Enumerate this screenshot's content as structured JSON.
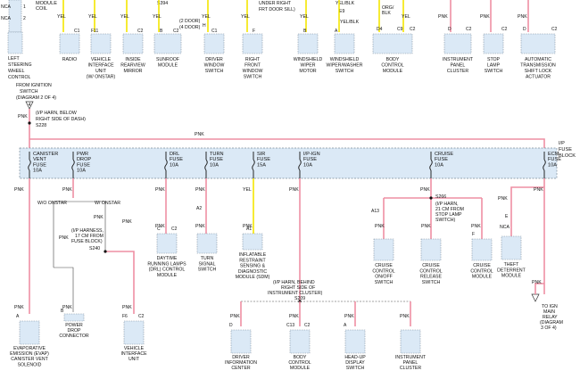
{
  "top_comps": [
    {
      "pins": [
        "C1"
      ],
      "wires": [
        "YEL"
      ],
      "caption": [
        "RADIO"
      ]
    },
    {
      "pins": [
        "F11"
      ],
      "wires": [
        "YEL"
      ],
      "caption": [
        "VEHICLE",
        "INTERFACE",
        "UNIT",
        "(W/ ONSTAR)"
      ]
    },
    {
      "pins": [
        "C2"
      ],
      "wires": [
        "YEL"
      ],
      "caption": [
        "INSIDE",
        "REARVIEW",
        "MIRROR"
      ]
    },
    {
      "pins": [
        "B",
        "C2"
      ],
      "wires": [
        "YEL"
      ],
      "caption": [
        "SUNROOF",
        "MODULE"
      ]
    },
    {
      "pins": [
        "H",
        "C1"
      ],
      "wires": [
        "YEL"
      ],
      "caption": [
        "DRIVER",
        "WINDOW",
        "SWITCH"
      ]
    },
    {
      "pins": [
        "F"
      ],
      "wires": [
        "YEL"
      ],
      "caption": [
        "RIGHT",
        "FRONT",
        "WINDOW",
        "SWITCH"
      ]
    },
    {
      "pins": [
        "B"
      ],
      "wires": [
        "YEL"
      ],
      "caption": [
        "WINDSHIELD",
        "WIPER",
        "MOTOR"
      ]
    },
    {
      "pins": [
        "A"
      ],
      "wires": [
        "YEL/BLK"
      ],
      "caption": [
        "WINDSHIELD",
        "WIPER/WASHER",
        "SWITCH"
      ]
    },
    {
      "pins": [
        "D4",
        "C9",
        "C2"
      ],
      "wires": [
        "ORG/",
        "BLK",
        "YEL"
      ],
      "caption": [
        "BODY",
        "CONTROL",
        "MODULE"
      ]
    },
    {
      "pins": [
        "D",
        "C2"
      ],
      "wires": [
        "PNK"
      ],
      "caption": [
        "INSTRUMENT",
        "PANEL",
        "CLUSTER"
      ]
    },
    {
      "pins": [
        "C2"
      ],
      "wires": [
        "PNK"
      ],
      "caption": [
        "STOP",
        "LAMP",
        "SWITCH"
      ]
    },
    {
      "pins": [
        "D",
        "C2"
      ],
      "wires": [
        "PNK"
      ],
      "caption": [
        "AUTOMATIC",
        "TRANSMISSION",
        "SHIFT LOCK",
        "ACTUATOR"
      ]
    }
  ],
  "top_texts": {
    "module_coil": "MODULE",
    "coil": "COIL",
    "nca1": "NCA",
    "nca2": "NCA",
    "pin1": "1",
    "pin2": "2",
    "steering": [
      "LEFT",
      "STEERING",
      "WHEEL",
      "CONTROL"
    ],
    "ignition": [
      "FROM IGNITION",
      "SWITCH",
      "(DIAGRAM 2 OF 4)"
    ],
    "splice_s394": "S394",
    "door_variants": [
      "(2 DOOR)",
      "(4 DOOR)"
    ],
    "harness_right": [
      "UNDER RIGHT",
      "FRT DOOR SILL)"
    ],
    "yel_blk_top": "YEL/BLK",
    "e9": "E9"
  },
  "feed": {
    "offpage_num": "4",
    "wire": "PNK",
    "harness": [
      "(I/P HARN, BELOW",
      "RIGHT SIDE OF DASH)"
    ],
    "splice": "S228",
    "right_wire": "PNK"
  },
  "fuse_block": {
    "title": [
      "I/P",
      "FUSE",
      "BLOCK"
    ],
    "fuses": [
      {
        "lines": [
          "CANISTER",
          "VENT",
          "FUSE",
          "10A"
        ]
      },
      {
        "lines": [
          "PWR",
          "DROP",
          "FUSE",
          "10A"
        ]
      },
      {
        "lines": [
          "DRL",
          "FUSE",
          "10A"
        ]
      },
      {
        "lines": [
          "TURN",
          "FUSE",
          "10A"
        ]
      },
      {
        "lines": [
          "SIR",
          "FUSE",
          "15A"
        ]
      },
      {
        "lines": [
          "I/P-IGN",
          "FUSE",
          "10A"
        ]
      },
      {
        "lines": [
          "CRUISE",
          "FUSE",
          "10A"
        ]
      },
      {
        "lines": [
          "ECM",
          "FUSE",
          "10A"
        ]
      }
    ]
  },
  "lower": {
    "wire_labels": [
      "PNK",
      "PNK",
      "PNK",
      "PNK",
      "YEL",
      "PNK",
      "PNK",
      "PNK",
      "PNK",
      "PNK",
      "PNK",
      "PNK",
      "PNK",
      "PNK",
      "PNK",
      "PNK",
      "PNK",
      "PNK",
      "PNK",
      "PNK",
      "PNK",
      "PNK",
      "PNK",
      "PNK",
      "PNK",
      "PNK"
    ],
    "onstar_wo": "W/O ONSTAR",
    "onstar_w": "W/ ONSTAR",
    "harness_240": [
      "(I/P HARNESS,",
      "17 CM FROM",
      "FUSE BLOCK)"
    ],
    "splice_240": "S240",
    "harness_209": [
      "(I/P HARN, BEHIND",
      "RIGHT SIDE OF",
      "INSTRUMENT CLUSTER)"
    ],
    "splice_209": "S209",
    "harness_266": [
      "S266",
      "(I/P HARN,",
      "21 CM FROM",
      "STOP LAMP",
      "SWITCH)"
    ],
    "pin_a2": "A2",
    "pin_a13": "A13",
    "pin_e": "E",
    "nca": "NCA",
    "to_relay": [
      "TO IGN",
      "MAIN",
      "RELAY",
      "(DIAGRAM",
      "3 OF 4)"
    ]
  },
  "mid_comps": [
    {
      "pins": [
        "C",
        "C2"
      ],
      "caption": [
        "DAYTIME",
        "RUNNING LAMPS",
        "(DRL) CONTROL",
        "MODULE"
      ]
    },
    {
      "pins": [],
      "caption": [
        "TURN",
        "SIGNAL",
        "SWITCH"
      ]
    },
    {
      "pins": [
        "A1"
      ],
      "caption": [
        "INFLATABLE",
        "RESTRAINT",
        "SENSING &",
        "DIAGNOSTIC",
        "MODULE (SDM)"
      ]
    },
    {
      "pins": [],
      "caption": [
        "CRUISE",
        "CONTROL",
        "ON/OFF",
        "SWITCH"
      ]
    },
    {
      "pins": [],
      "caption": [
        "CRUISE",
        "CONTROL",
        "RELEASE",
        "SWITCH"
      ]
    },
    {
      "pins": [
        "F"
      ],
      "caption": [
        "CRUISE",
        "CONTROL",
        "MODULE"
      ]
    },
    {
      "pins": [],
      "caption": [
        "THEFT",
        "DETERRENT",
        "MODULE"
      ]
    }
  ],
  "bottom_comps": [
    {
      "pins": [
        "A"
      ],
      "caption": [
        "EVAPORATIVE",
        "EMISSION (EVAP)",
        "CANISTER VENT",
        "SOLENOID"
      ]
    },
    {
      "pins": [
        "B"
      ],
      "caption": [
        "POWER",
        "DROP",
        "CONNECTOR"
      ]
    },
    {
      "pins": [
        "F6",
        "C2"
      ],
      "caption": [
        "VEHICLE",
        "INTERFACE",
        "UNIT"
      ]
    },
    {
      "pins": [
        "D"
      ],
      "caption": [
        "DRIVER",
        "INFORMATION",
        "CENTER"
      ]
    },
    {
      "pins": [
        "C13",
        "C2"
      ],
      "caption": [
        "BODY",
        "CONTROL",
        "MODULE"
      ]
    },
    {
      "pins": [
        "A"
      ],
      "caption": [
        "HEAD-UP",
        "DISPLAY",
        "SWITCH"
      ]
    },
    {
      "pins": [],
      "caption": [
        "INSTRUMENT",
        "PANEL",
        "CLUSTER"
      ]
    }
  ]
}
